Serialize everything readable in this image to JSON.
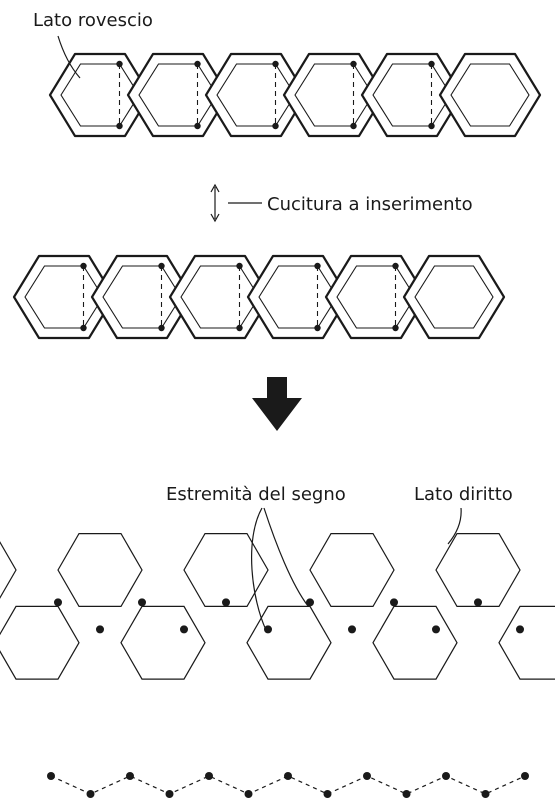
{
  "labels": {
    "wrong_side": "Lato rovescio",
    "insertion_seam": "Cucitura a inserimento",
    "mark_ends": "Estremità del segno",
    "right_side": "Lato diritto"
  },
  "icons": {
    "double_arrow": "vertical-double-arrow-icon",
    "down_arrow": "down-arrow-icon"
  },
  "colors": {
    "ink": "#1a1a1a",
    "background": "#ffffff"
  }
}
